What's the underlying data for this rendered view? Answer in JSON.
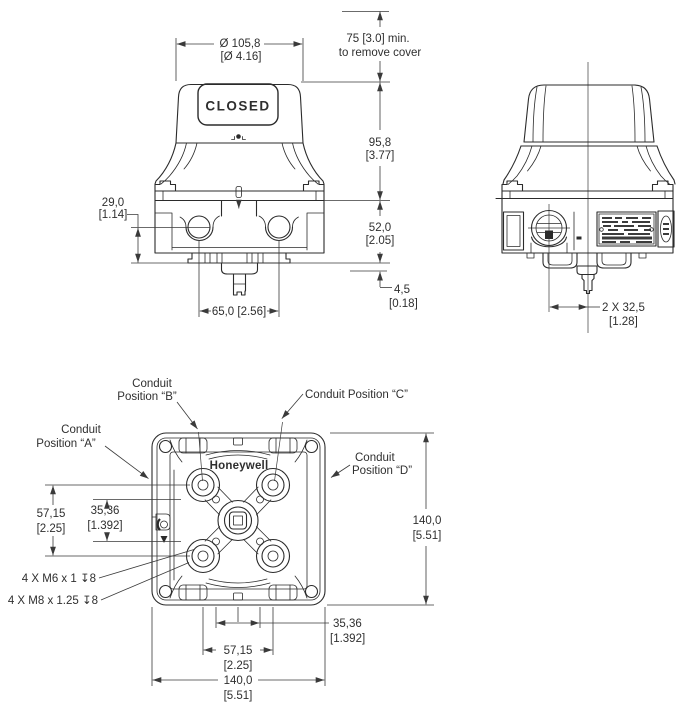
{
  "page": {
    "ink": "#2b2b2b",
    "background": "#ffffff"
  },
  "views": {
    "front": {
      "cover_label": "CLOSED",
      "dia_mm": "Ø 105,8",
      "dia_in": "[Ø 4.16]",
      "clearance_l1": "75 [3.0] min.",
      "clearance_l2": "to remove cover",
      "height_mm": "95,8",
      "height_in": "[3.77]",
      "body_mm": "52,0",
      "body_in": "[2.05]",
      "plate_mm": "4,5",
      "plate_in": "[0.18]",
      "offset_mm": "29,0",
      "offset_in": "[1.14]",
      "spacing": "65,0 [2.56]"
    },
    "side": {
      "shaft_mm": "2 X 32,5",
      "shaft_in": "[1.28]"
    },
    "bottom": {
      "brand": "Honeywell",
      "conduit_a_l1": "Conduit",
      "conduit_a_l2": "Position “A”",
      "conduit_b_l1": "Conduit",
      "conduit_b_l2": "Position “B”",
      "conduit_c": "Conduit Position “C”",
      "conduit_d_l1": "Conduit",
      "conduit_d_l2": "Position “D”",
      "left_outer_mm": "57,15",
      "left_outer_in": "[2.25]",
      "left_inner_mm": "35,36",
      "left_inner_in": "[1.392]",
      "right_mm": "140,0",
      "right_in": "[5.51]",
      "bot_inner_mm": "35,36",
      "bot_inner_in": "[1.392]",
      "bot_mid_mm": "57,15",
      "bot_mid_in": "[2.25]",
      "bot_outer_mm": "140,0",
      "bot_outer_in": "[5.51]",
      "tap_m6": "4 X M6 x 1 ↧8",
      "tap_m8": "4 X M8 x 1.25 ↧8"
    }
  }
}
